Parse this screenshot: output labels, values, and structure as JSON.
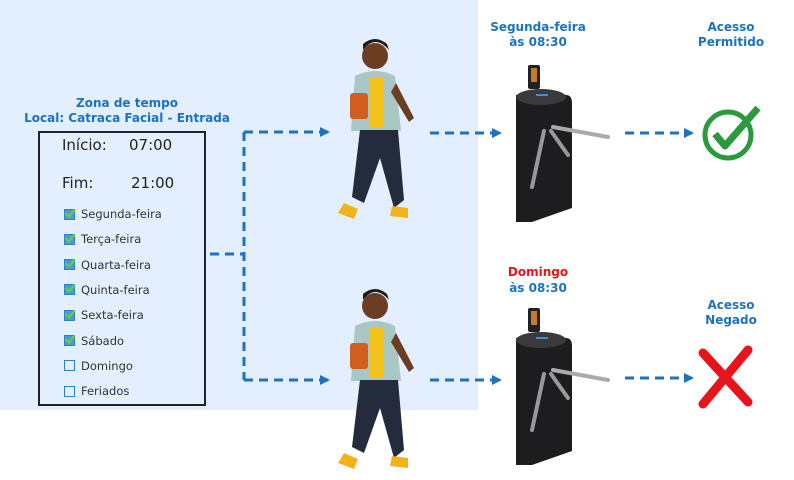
{
  "zone": {
    "title": "Zona de tempo",
    "location": "Local: Catraca Facial - Entrada",
    "start_label": "Início:",
    "start_time": "07:00",
    "end_label": "Fim:",
    "end_time": "21:00",
    "days": [
      {
        "label": "Segunda-feira",
        "checked": true
      },
      {
        "label": "Terça-feira",
        "checked": true
      },
      {
        "label": "Quarta-feira",
        "checked": true
      },
      {
        "label": "Quinta-feira",
        "checked": true
      },
      {
        "label": "Sexta-feira",
        "checked": true
      },
      {
        "label": "Sábado",
        "checked": true
      },
      {
        "label": "Domingo",
        "checked": false
      },
      {
        "label": "Feriados",
        "checked": false
      }
    ]
  },
  "scenario_allowed": {
    "day": "Segunda-feira",
    "time": "às 08:30",
    "result_line1": "Acesso",
    "result_line2": "Permitido",
    "icon": "check-circle-icon",
    "color": "#2a9a3c"
  },
  "scenario_denied": {
    "day": "Domingo",
    "time": "às 08:30",
    "result_line1": "Acesso",
    "result_line2": "Negado",
    "icon": "x-icon",
    "color": "#e8141b"
  },
  "colors": {
    "accent": "#1d72c0",
    "background": "#e3efff"
  }
}
